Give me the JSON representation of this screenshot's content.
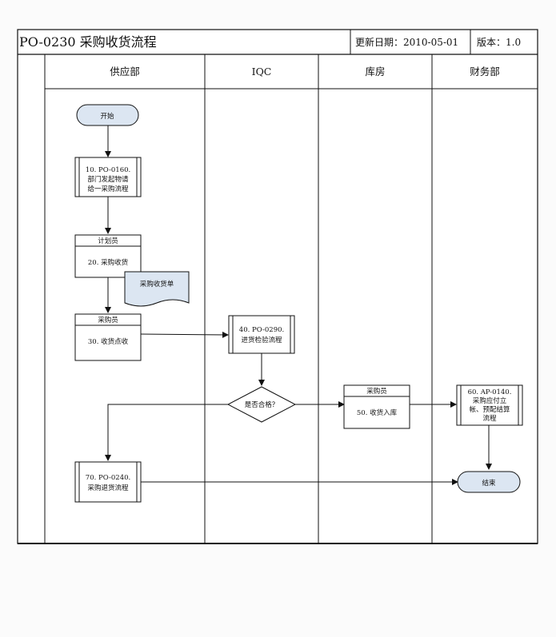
{
  "header": {
    "title": "PO-0230 采购收货流程",
    "updated": "更新日期：2010-05-01",
    "version": "版本：1.0"
  },
  "lanes": [
    "供应部",
    "IQC",
    "库房",
    "财务部"
  ],
  "nodes": {
    "start": "开始",
    "p10": [
      "10. PO-0160.",
      "部门发起物请",
      "给一采购流程"
    ],
    "p20_role": "计划员",
    "p20": "20. 采购收货",
    "doc": "采购收货单",
    "p30_role": "采购员",
    "p30": "30. 收货点收",
    "p40": [
      "40. PO-0290.",
      "进货检验流程"
    ],
    "decision": "是否合格？",
    "p50_role": "采购员",
    "p50": "50. 收货入库",
    "p60": [
      "60. AP-0140.",
      "采购应付立",
      "帐、预配结算",
      "流程"
    ],
    "p70": [
      "70. PO-0240.",
      "采购退货流程"
    ],
    "end": "结束"
  }
}
